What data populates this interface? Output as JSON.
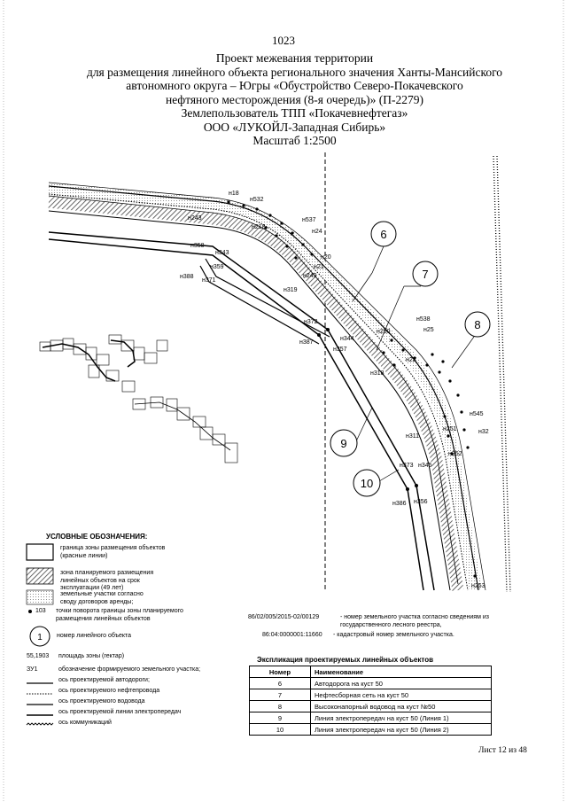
{
  "page_number": "1023",
  "title_lines": [
    "Проект межевания территории",
    "для размещения линейного объекта регионального значения Ханты-Мансийского",
    "автономного округа – Югры «Обустройство Северо-Покачевского",
    "нефтяного месторождения (8-я очередь)» (П-2279)",
    "Землепользователь ТПП «Покачевнефтегаз»",
    "ООО «ЛУКОЙЛ-Западная Сибирь»",
    "Масштаб 1:2500"
  ],
  "map_labels": {
    "n18": "н18",
    "n532": "н532",
    "n243": "н243",
    "n218": "н218",
    "n537": "н537",
    "n24": "н24",
    "n20": "н20",
    "n21": "н21",
    "n249": "н249",
    "n319": "н319",
    "n358": "н358",
    "n343": "н343",
    "n359": "н359",
    "n388": "н388",
    "n371": "н371",
    "n372": "н372",
    "n344": "н344",
    "n387": "н387",
    "n357": "н357",
    "n250": "н250",
    "n538": "н538",
    "n25": "н25",
    "n22": "н22",
    "n318": "н318",
    "n545": "н545",
    "n32": "н32",
    "n311": "н311",
    "n251": "н251",
    "n252": "н252",
    "n373": "н373",
    "n345": "н345",
    "n386": "н386",
    "n356": "н356",
    "n253": "н253"
  },
  "callouts": [
    "6",
    "7",
    "8",
    "9",
    "10"
  ],
  "legend": {
    "title": "УСЛОВНЫЕ ОБОЗНАЧЕНИЯ:",
    "red_lines": "граница зоны размещения объектов (красные линии)",
    "zone": "зона планируемого размещения линейных объектов на срок эксплуатации (49 лет)",
    "lease": "земельные участки согласно своду договоров аренды;",
    "turn_point_value": "103",
    "turn_point": "точки поворота границы зоны планируемого размещения линейных объектов",
    "circle_value": "1",
    "object_number": "номер линейного объекта",
    "area_value": "55,1903",
    "area": "площадь зоны (гектар)",
    "zu_value": "ЗУ1",
    "zu": "обозначение формируемого земельного участка;",
    "road_axis": "ось проектируемой автодороги;",
    "oil_axis": "ось проектируемого нефтепровода",
    "water_axis": "ось проектируемого водовода",
    "power_axis": "ось проектируемой линии электропередач",
    "comm_axis": "ось коммуникаций",
    "registry_value": "86/02/005/2015-02/00129",
    "registry": "- номер земельного участка согласно сведениям из государственного лесного реестра,",
    "cadastral_value": "86:04:0000001:11660",
    "cadastral": "- кадастровый номер земельного участка."
  },
  "explication": {
    "title": "Экспликация проектируемых линейных объектов",
    "headers": [
      "Номер",
      "Наименование"
    ],
    "rows": [
      [
        "6",
        "Автодорога на куст 50"
      ],
      [
        "7",
        "Нефтесборная сеть на куст 50"
      ],
      [
        "8",
        "Высоконапорный водовод на куст №50"
      ],
      [
        "9",
        "Линия электропередач на куст 50 (Линия 1)"
      ],
      [
        "10",
        "Линия электропередач на куст 50 (Линия 2)"
      ]
    ]
  },
  "sheet": "Лист 12 из 48",
  "colors": {
    "line": "#000000",
    "hatch": "#555555"
  }
}
